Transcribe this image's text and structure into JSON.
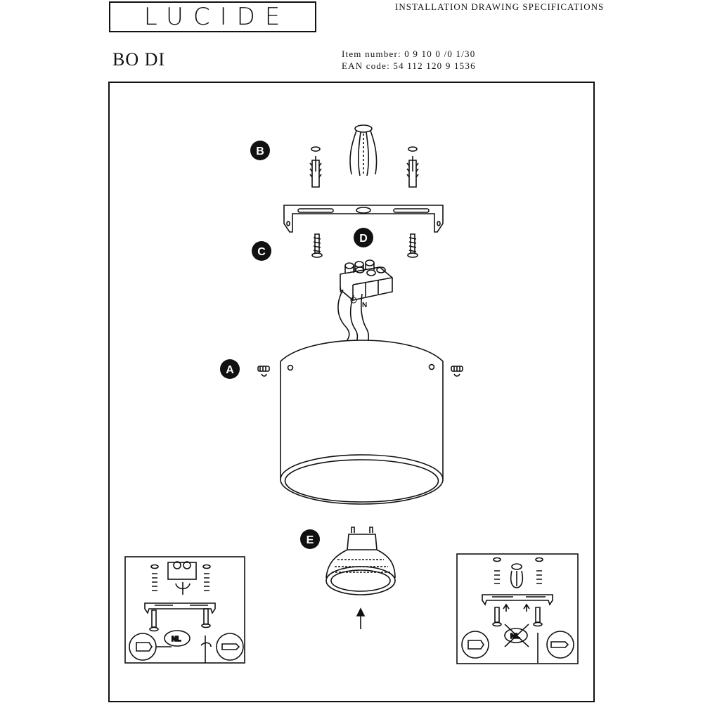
{
  "header": {
    "logo": "LUCIDE",
    "spec_title": "INSTALLATION DRAWING SPECIFICATIONS",
    "product_name": "BO DI",
    "item_number": "Item number: 0 9 10 0 /0 1/30",
    "ean_code": "EAN code: 54 112 120 9 1536"
  },
  "callouts": {
    "A": "A",
    "B": "B",
    "C": "C",
    "D": "D",
    "E": "E"
  },
  "terminal_labels": {
    "live": "L",
    "neutral": "N"
  },
  "insets": {
    "left_label": "NL",
    "right_label": "NL"
  }
}
